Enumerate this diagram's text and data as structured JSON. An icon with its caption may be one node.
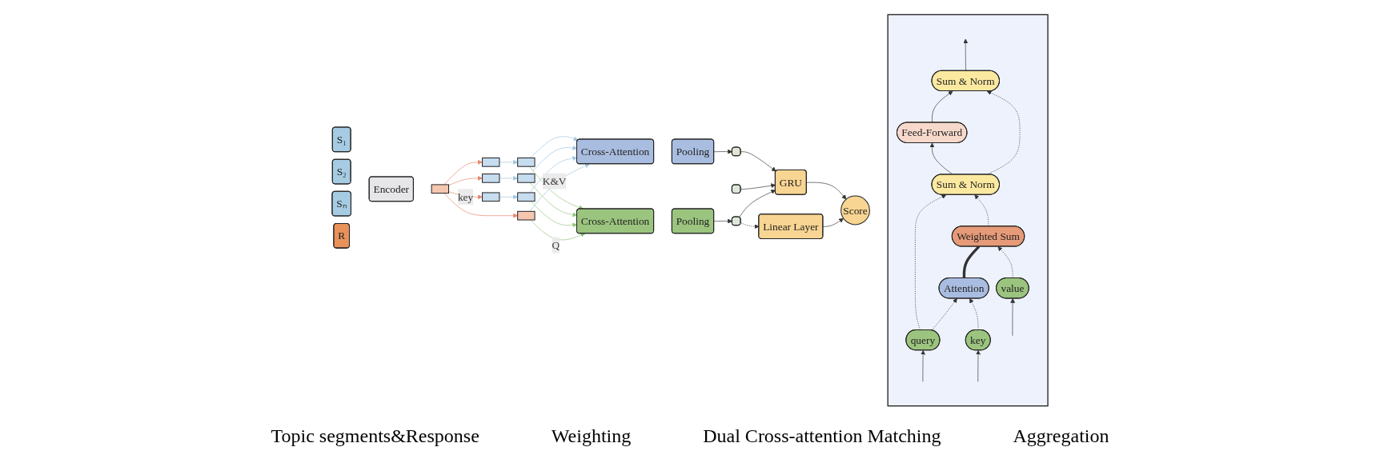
{
  "diagram": {
    "nodes": [
      {
        "text": [
          "S₁"
        ]
      },
      {
        "text": [
          "S₂"
        ]
      },
      {
        "text": [
          "Sₙ"
        ]
      },
      {
        "text": [
          "R"
        ]
      },
      {
        "text": [
          "Encoder"
        ]
      },
      {
        "text": [],
        "shape": "box"
      },
      {
        "text": [],
        "shape": "box"
      },
      {
        "text": [],
        "shape": "box"
      },
      {
        "text": [],
        "shape": "box"
      },
      {
        "text": [],
        "shape": "box"
      },
      {
        "text": [],
        "shape": "box"
      },
      {
        "text": [],
        "shape": "box"
      },
      {
        "text": [],
        "shape": "box"
      },
      {
        "text": [
          "Cross-Attention"
        ]
      },
      {
        "text": [
          "Cross-Attention"
        ]
      },
      {
        "text": [
          "Pooling"
        ]
      },
      {
        "text": [
          "Pooling"
        ]
      },
      {
        "text": [],
        "shape": "bar"
      },
      {
        "text": [],
        "shape": "bar"
      },
      {
        "text": [],
        "shape": "bar"
      },
      {
        "text": [
          "GRU"
        ]
      },
      {
        "text": [
          "Linear Layer"
        ]
      },
      {
        "text": [
          "Score"
        ]
      },
      {
        "text": [],
        "shape": "box"
      },
      {
        "text": [
          "Sum & Norm"
        ],
        "in": 23
      },
      {
        "text": [
          "Feed-Forward"
        ],
        "in": 23
      },
      {
        "text": [
          "Sum & Norm"
        ],
        "in": 23
      },
      {
        "text": [
          "Weighted Sum"
        ],
        "in": 23
      },
      {
        "text": [
          "Attention"
        ],
        "in": 23
      },
      {
        "text": [
          "query"
        ],
        "in": 23
      },
      {
        "text": [
          "key"
        ],
        "in": 23
      },
      {
        "text": [
          "value"
        ],
        "in": 23
      }
    ],
    "edges": [
      {
        "from": 5,
        "to": 9,
        "arrow": "to",
        "color": "#9fc5e0"
      },
      {
        "from": 6,
        "to": 10,
        "arrow": "to",
        "color": "#9fc5e0"
      },
      {
        "from": 7,
        "to": 11,
        "arrow": "to",
        "color": "#9fc5e0"
      },
      {
        "from": 8,
        "to": 12,
        "arrow": "to",
        "color": "#e8866a"
      },
      {
        "from": 8,
        "to": 5,
        "arrow": "to",
        "color": "#e8866a"
      },
      {
        "from": 8,
        "to": 6,
        "arrow": "to",
        "color": "#e8866a"
      },
      {
        "from": 8,
        "to": 7,
        "arrow": "to",
        "label": "key",
        "color": "#e8866a"
      },
      {
        "from": 9,
        "to": 13,
        "arrow": "to",
        "color": "#9fc5e0"
      },
      {
        "from": 10,
        "to": 13,
        "arrow": "to",
        "color": "#9fc5e0"
      },
      {
        "from": 11,
        "to": 13,
        "arrow": "to",
        "color": "#9fc5e0"
      },
      {
        "from": 12,
        "to": 13,
        "arrow": "to",
        "label": "K&V",
        "color": "#9fc5e0"
      },
      {
        "from": 9,
        "to": 14,
        "arrow": "to",
        "color": "#92c47c"
      },
      {
        "from": 10,
        "to": 14,
        "arrow": "to",
        "color": "#92c47c"
      },
      {
        "from": 11,
        "to": 14,
        "arrow": "to",
        "color": "#92c47c"
      },
      {
        "from": 12,
        "to": 14,
        "arrow": "to",
        "label": "Q",
        "color": "#92c47c"
      },
      {
        "from": 15,
        "to": 17,
        "arrow": "to"
      },
      {
        "from": 16,
        "to": 19,
        "arrow": "to"
      },
      {
        "from": 17,
        "to": 20,
        "arrow": "to"
      },
      {
        "from": 18,
        "to": 20,
        "arrow": "to"
      },
      {
        "from": 19,
        "to": 20,
        "arrow": "to"
      },
      {
        "from": 19,
        "to": 21,
        "arrow": "to",
        "style": "dashed"
      },
      {
        "from": 20,
        "to": 22,
        "arrow": "to"
      },
      {
        "from": 21,
        "to": 22,
        "arrow": "to"
      },
      {
        "from": 24,
        "to": null,
        "arrow": "to"
      },
      {
        "from": 25,
        "to": 24,
        "arrow": "to"
      },
      {
        "from": 26,
        "to": 24,
        "arrow": "to",
        "style": "dashed"
      },
      {
        "from": 26,
        "to": 25,
        "arrow": "to"
      },
      {
        "from": 29,
        "to": 26,
        "arrow": "to",
        "style": "dashed"
      },
      {
        "from": 27,
        "to": 26,
        "arrow": "to",
        "style": "dashed"
      },
      {
        "from": 28,
        "to": 27,
        "arrow": "none",
        "style": "thick"
      },
      {
        "from": 29,
        "to": 28,
        "arrow": "to",
        "style": "dashed"
      },
      {
        "from": 30,
        "to": 28,
        "arrow": "to",
        "style": "dashed"
      },
      {
        "from": 31,
        "to": 27,
        "arrow": "to",
        "style": "dashed"
      },
      {
        "from": null,
        "to": 29,
        "arrow": "to"
      },
      {
        "from": null,
        "to": 30,
        "arrow": "to"
      },
      {
        "from": null,
        "to": 31,
        "arrow": "to"
      }
    ],
    "labels": [
      "Topic segments&Response",
      "Weighting",
      "Dual Cross-attention Matching",
      "Aggregation"
    ]
  }
}
